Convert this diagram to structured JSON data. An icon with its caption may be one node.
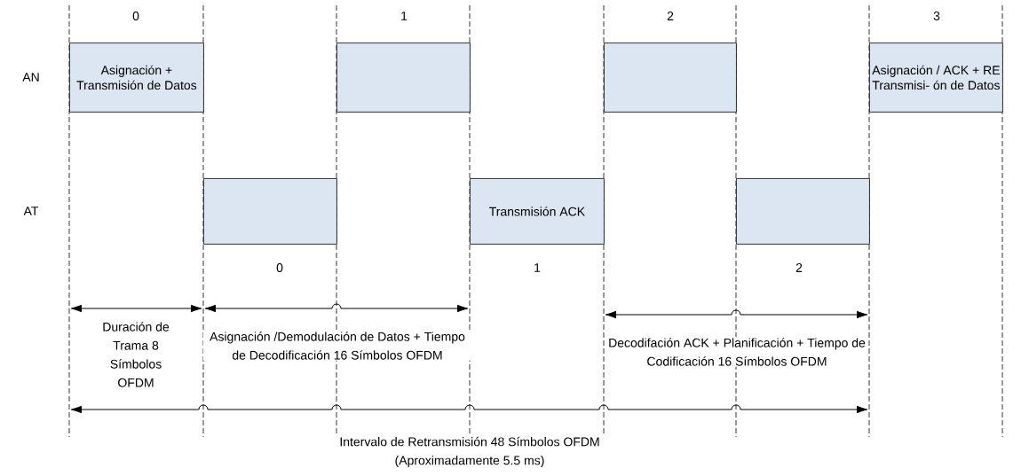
{
  "diagram": {
    "nodes": [
      {
        "text": [
          "Asignación + Transmisión de Datos"
        ]
      },
      {
        "text": [],
        "shape": "box"
      },
      {
        "text": [],
        "shape": "box"
      },
      {
        "text": [
          "Asignación / ACK + RE Transmisi- ón de Datos"
        ]
      },
      {
        "text": [],
        "shape": "box"
      },
      {
        "text": [
          "Transmisión ACK"
        ]
      },
      {
        "text": [],
        "shape": "box"
      }
    ],
    "labels": [
      "0",
      "1",
      "2",
      "3",
      "AN",
      "AT",
      "0",
      "1",
      "2",
      "Duración de Trama 8 Símbolos OFDM",
      "Asignación /Demodulación de Datos + Tiempo de Decodificación 16 Símbolos OFDM",
      "Decodifación ACK + Planificación + Tiempo de Codificación 16 Símbolos OFDM",
      "Intervalo de Retransmisión 48 Símbolos OFDM (Aproximadamente 5.5 ms)"
    ]
  }
}
